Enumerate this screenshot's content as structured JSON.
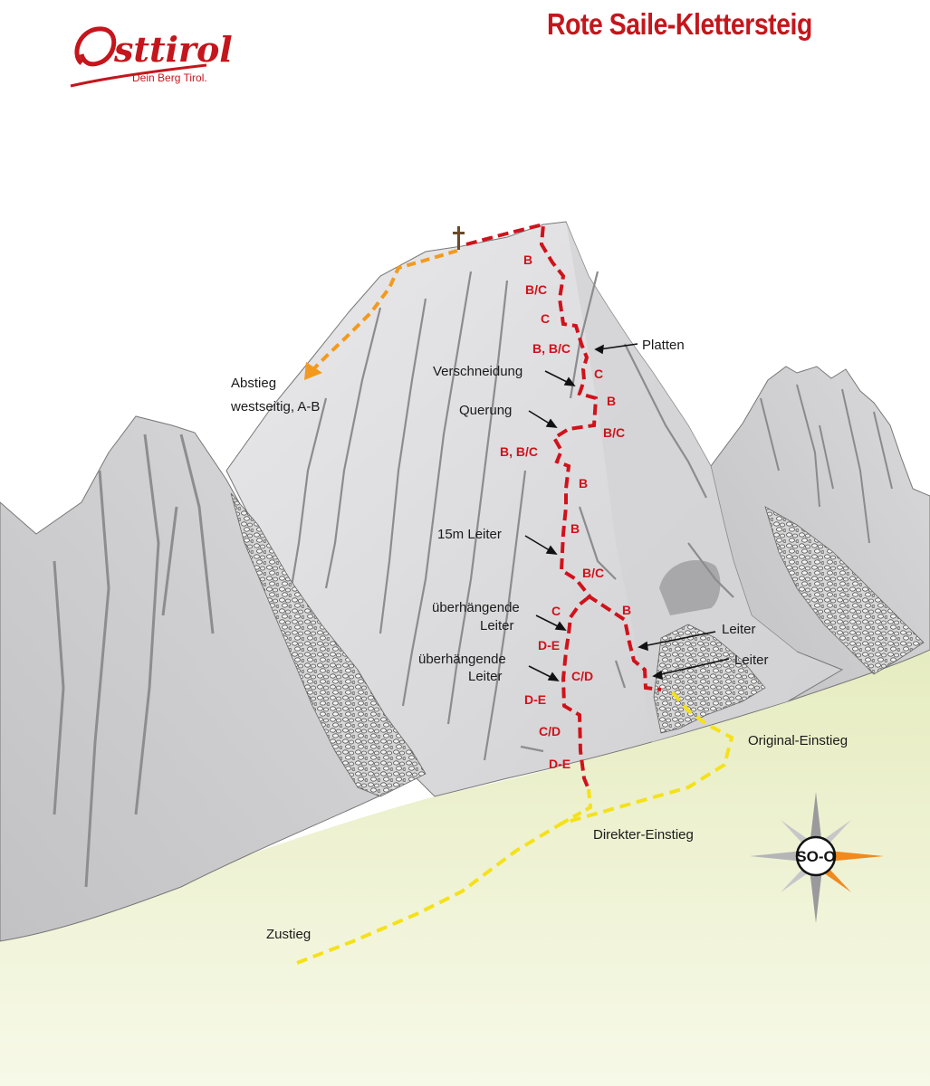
{
  "header": {
    "logo_text": "Osttirol",
    "logo_tagline": "Dein Berg Tirol.",
    "title": "Rote Saile-Klettersteig"
  },
  "colors": {
    "brand_red": "#c4161c",
    "route_red": "#d0121b",
    "approach_yellow": "#f5e11a",
    "descent_orange": "#f39a1e",
    "rock_light": "#dcdcde",
    "rock_mid": "#c8c8ca",
    "meadow": "#e4ebbd"
  },
  "labels": {
    "abstieg_line1": "Abstieg",
    "abstieg_line2": "westseitig, A-B",
    "platten": "Platten",
    "verschneidung": "Verschneidung",
    "querung": "Querung",
    "leiter15": "15m Leiter",
    "ueber1_line1": "überhängende",
    "ueber1_line2": "Leiter",
    "ueber2_line1": "überhängende",
    "ueber2_line2": "Leiter",
    "leiter_a": "Leiter",
    "leiter_b": "Leiter",
    "original_einstieg": "Original-Einstieg",
    "direkter_einstieg": "Direkter-Einstieg",
    "zustieg": "Zustieg"
  },
  "grades": [
    "B",
    "B/C",
    "C",
    "B, B/C",
    "C",
    "B",
    "B/C",
    "B, B/C",
    "B",
    "B",
    "B/C",
    "B",
    "C",
    "D-E",
    "C/D",
    "D-E",
    "C/D",
    "D-E"
  ],
  "compass": {
    "label": "SO-O"
  },
  "icons": {
    "summit_cross": "summit-cross-icon",
    "compass": "compass-rose-icon"
  }
}
